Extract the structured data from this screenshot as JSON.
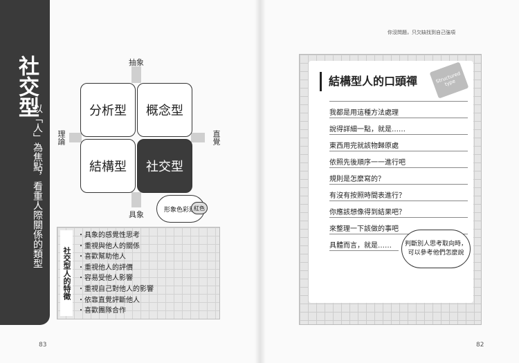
{
  "left_page": {
    "title": "社交型",
    "subtitle": "以「人」為焦點，看重人際關係的類型",
    "axis": {
      "top": "抽象",
      "bottom": "具象",
      "left": "理論",
      "right": "直覺"
    },
    "quadrants": [
      "分析型",
      "概念型",
      "結構型",
      "社交型"
    ],
    "cloud_text": "形象色彩是",
    "cloud_badge": "紅色",
    "feature_heading": "社交型人的特徵",
    "features": [
      "具象的感覺性思考",
      "重視與他人的關係",
      "喜歡幫助他人",
      "重視他人的評價",
      "容易受他人影響",
      "重視自己對他人的影響",
      "依靠直覺評斷他人",
      "喜歡團隊合作"
    ],
    "page_number": "83"
  },
  "right_page": {
    "header": "你沒問題，只欠缺找到自己強項",
    "title": "結構型人的口頭禪",
    "stamp": "Structured type",
    "phrases": [
      "我都是用這種方法處理",
      "說得詳細一點，就是……",
      "東西用完就該物歸原處",
      "依照先後順序一一進行吧",
      "規則是怎麼寫的？",
      "有沒有按照時間表進行？",
      "你應該想像得到結果吧？",
      "來整理一下該做的事吧",
      "具體而言，就是……"
    ],
    "bubble": "判斷別人思考取向時，可以參考他們怎麼說",
    "page_number": "82"
  }
}
